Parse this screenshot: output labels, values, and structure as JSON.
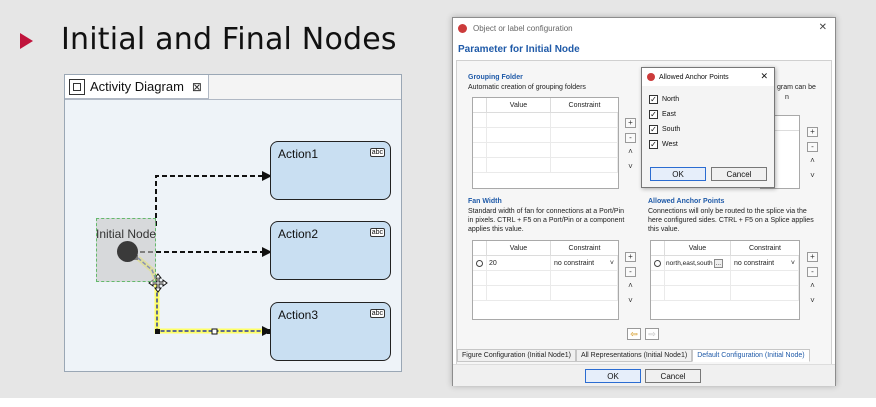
{
  "slide": {
    "title": "Initial and Final Nodes"
  },
  "diagram": {
    "tab_label": "Activity Diagram",
    "tab_close": "⊠",
    "initial_node_label": "Initial Node",
    "actions": [
      {
        "label": "Action1",
        "badge": "abc"
      },
      {
        "label": "Action2",
        "badge": "abc"
      },
      {
        "label": "Action3",
        "badge": "abc"
      }
    ]
  },
  "dialog": {
    "window_title": "Object or label configuration",
    "close_glyph": "✕",
    "heading": "Parameter for Initial Node",
    "grouping": {
      "title": "Grouping Folder",
      "desc": "Automatic creation of grouping folders",
      "col_value": "Value",
      "col_constraint": "Constraint"
    },
    "right_top_partial": {
      "line1": "gram can be",
      "line2": "n",
      "col_constraint": "ure"
    },
    "fan_width": {
      "title": "Fan Width",
      "desc1": "Standard width of fan for connections at a Port/Pin",
      "desc2": "in pixels. CTRL + F5 on a Port/Pin or a component",
      "desc3": "applies this value.",
      "col_value": "Value",
      "col_constraint": "Constraint",
      "row_value": "20",
      "row_constraint": "no constraint"
    },
    "anchor_points": {
      "title": "Allowed Anchor Points",
      "desc1": "Connections will only be routed to the splice via the",
      "desc2": "here configured sides. CTRL + F5 on a Splice applies",
      "desc3": "this value.",
      "col_value": "Value",
      "col_constraint": "Constraint",
      "row_value": "north,east,south",
      "row_more": "...",
      "row_constraint": "no constraint"
    },
    "side_buttons": {
      "add": "+",
      "remove": "-",
      "up": "˄",
      "down": "˅"
    },
    "tabs": [
      "Figure Configuration (Initial Node1)",
      "All Representations (Initial Node1)",
      "Default Configuration (Initial Node)"
    ],
    "ok_label": "OK",
    "cancel_label": "Cancel"
  },
  "popup": {
    "title": "Allowed Anchor Points",
    "close_glyph": "✕",
    "options": [
      {
        "label": "North",
        "checked": true
      },
      {
        "label": "East",
        "checked": true
      },
      {
        "label": "South",
        "checked": true
      },
      {
        "label": "West",
        "checked": true
      }
    ],
    "ok_label": "OK",
    "cancel_label": "Cancel"
  },
  "colors": {
    "bullet": "#c0143c",
    "action_fill": "#c9dff2",
    "heading_blue": "#1f5aa8",
    "selection_yellow": "#ffff66"
  }
}
